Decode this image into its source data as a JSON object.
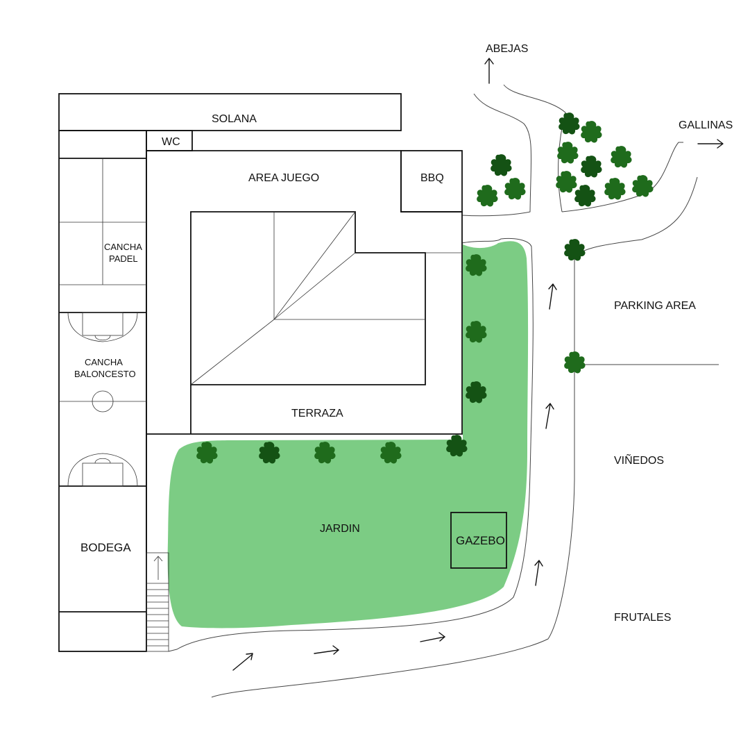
{
  "colors": {
    "garden": "#7ccc84",
    "tree": "#1f6b1c",
    "tree_dark": "#145214",
    "line": "#111111",
    "background": "#ffffff"
  },
  "labels": {
    "abejas": "ABEJAS",
    "gallinas": "GALLINAS",
    "solana": "SOLANA",
    "wc": "WC",
    "area_juego": "AREA JUEGO",
    "bbq": "BBQ",
    "cancha_padel_1": "CANCHA",
    "cancha_padel_2": "PADEL",
    "cancha_baloncesto_1": "CANCHA",
    "cancha_baloncesto_2": "BALONCESTO",
    "terraza": "TERRAZA",
    "parking_area": "PARKING AREA",
    "vinedos": "VIÑEDOS",
    "jardin": "JARDIN",
    "gazebo": "GAZEBO",
    "bodega": "BODEGA",
    "frutales": "FRUTALES"
  },
  "icons": {
    "tree": "tree-icon",
    "direction_arrow": "arrow-icon",
    "stairs": "stairs-icon"
  }
}
